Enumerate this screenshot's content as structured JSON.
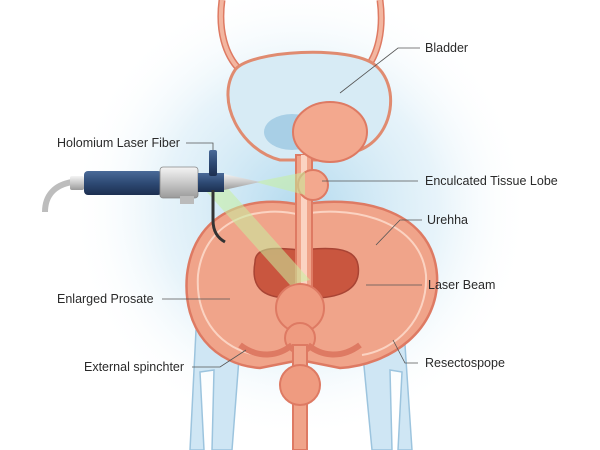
{
  "diagram": {
    "labels": {
      "bladder": "Bladder",
      "laser_fiber": "Holomium Laser Fiber",
      "tissue_lobe": "Enculcated Tissue Lobe",
      "urethra": "Urehha",
      "laser_beam": "Laser Beam",
      "prostate": "Enlarged Prosate",
      "sphincter": "External spinchter",
      "resectoscope": "Resectospope"
    },
    "colors": {
      "tissue": "#f0a48a",
      "tissue_outline": "#de7a63",
      "bladder_fill": "#d7ebf5",
      "bone": "#cfe6f4",
      "scope_body": "#2e4a74",
      "beam": "#c8f0a0"
    }
  }
}
